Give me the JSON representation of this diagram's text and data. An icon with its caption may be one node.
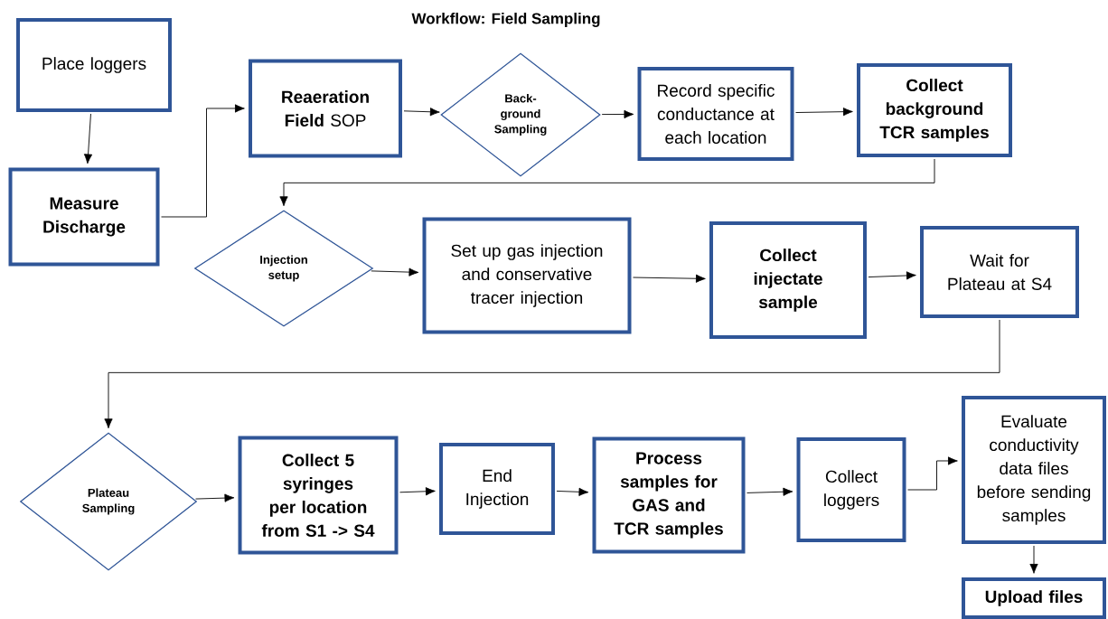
{
  "diagram": {
    "title": "Workflow: Field Sampling",
    "nodes": [
      {
        "text": [
          "Place loggers"
        ]
      },
      {
        "text": [
          "Measure Discharge"
        ]
      },
      {
        "text": [
          "**Reaeration Field** SOP"
        ]
      },
      {
        "text": [
          "Back-ground Sampling"
        ]
      },
      {
        "text": [
          "Record specific conductance at each location"
        ]
      },
      {
        "text": [
          "Collect background TCR samples"
        ]
      },
      {
        "text": [
          "Injection setup"
        ]
      },
      {
        "text": [
          "Set up gas injection and conservative tracer injection"
        ]
      },
      {
        "text": [
          "Collect injectate sample"
        ]
      },
      {
        "text": [
          "Wait for Plateau at S4"
        ]
      },
      {
        "text": [
          "Plateau Sampling"
        ]
      },
      {
        "text": [
          "Collect 5 syringes per location from S1 -> S4"
        ]
      },
      {
        "text": [
          "End Injection"
        ]
      },
      {
        "text": [
          "Process samples for GAS and TCR samples"
        ]
      },
      {
        "text": [
          "Collect loggers"
        ]
      },
      {
        "text": [
          "Evaluate conductivity data files before sending samples"
        ]
      },
      {
        "text": [
          "Upload files"
        ]
      }
    ],
    "edges": [
      {
        "from": 0,
        "to": 1,
        "arrow": "to"
      },
      {
        "from": 1,
        "to": 2,
        "arrow": "to"
      },
      {
        "from": 2,
        "to": 3,
        "arrow": "to"
      },
      {
        "from": 3,
        "to": 4,
        "arrow": "to"
      },
      {
        "from": 4,
        "to": 5,
        "arrow": "to"
      },
      {
        "from": 5,
        "to": 6,
        "arrow": "to"
      },
      {
        "from": 6,
        "to": 7,
        "arrow": "to"
      },
      {
        "from": 7,
        "to": 8,
        "arrow": "to"
      },
      {
        "from": 8,
        "to": 9,
        "arrow": "to"
      },
      {
        "from": 9,
        "to": 10,
        "arrow": "to"
      },
      {
        "from": 10,
        "to": 11,
        "arrow": "to"
      },
      {
        "from": 11,
        "to": 12,
        "arrow": "to"
      },
      {
        "from": 12,
        "to": 13,
        "arrow": "to"
      },
      {
        "from": 13,
        "to": 14,
        "arrow": "to"
      },
      {
        "from": 14,
        "to": 15,
        "arrow": "to"
      },
      {
        "from": 15,
        "to": 16,
        "arrow": "to"
      }
    ]
  }
}
